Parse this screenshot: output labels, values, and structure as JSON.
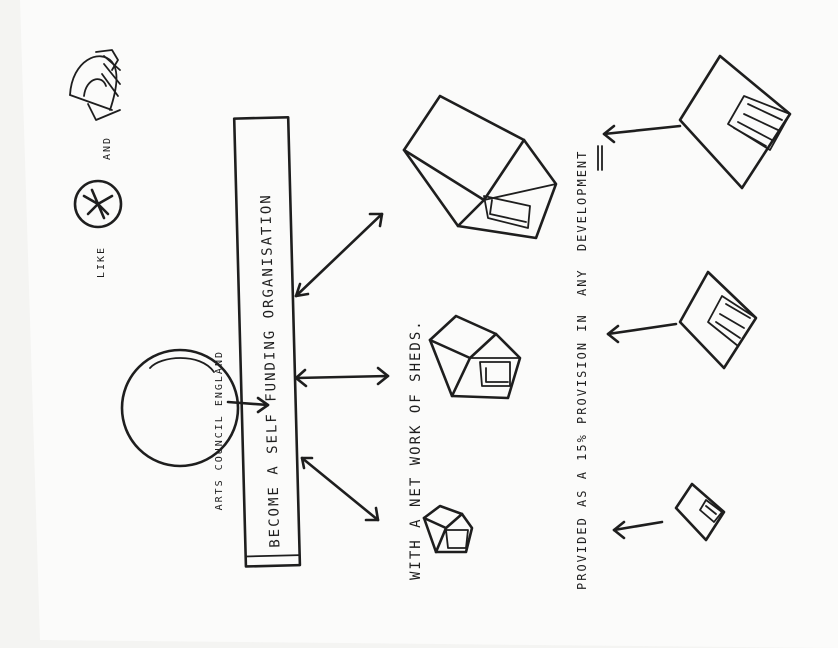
{
  "sketch": {
    "left_note": {
      "like": "LIKE",
      "and": "AND"
    },
    "banner": "BECOME A SELF FUNDING ORGANISATION",
    "circle_text": "ARTS COUNCIL ENGLAND",
    "row_middle": "WITH A NET WORK OF SHEDS.",
    "row_bottom_1": "PROVIDED AS A 15% PROVISION IN",
    "row_bottom_2": "ANY",
    "row_bottom_3": "DEVELOPMENT"
  }
}
